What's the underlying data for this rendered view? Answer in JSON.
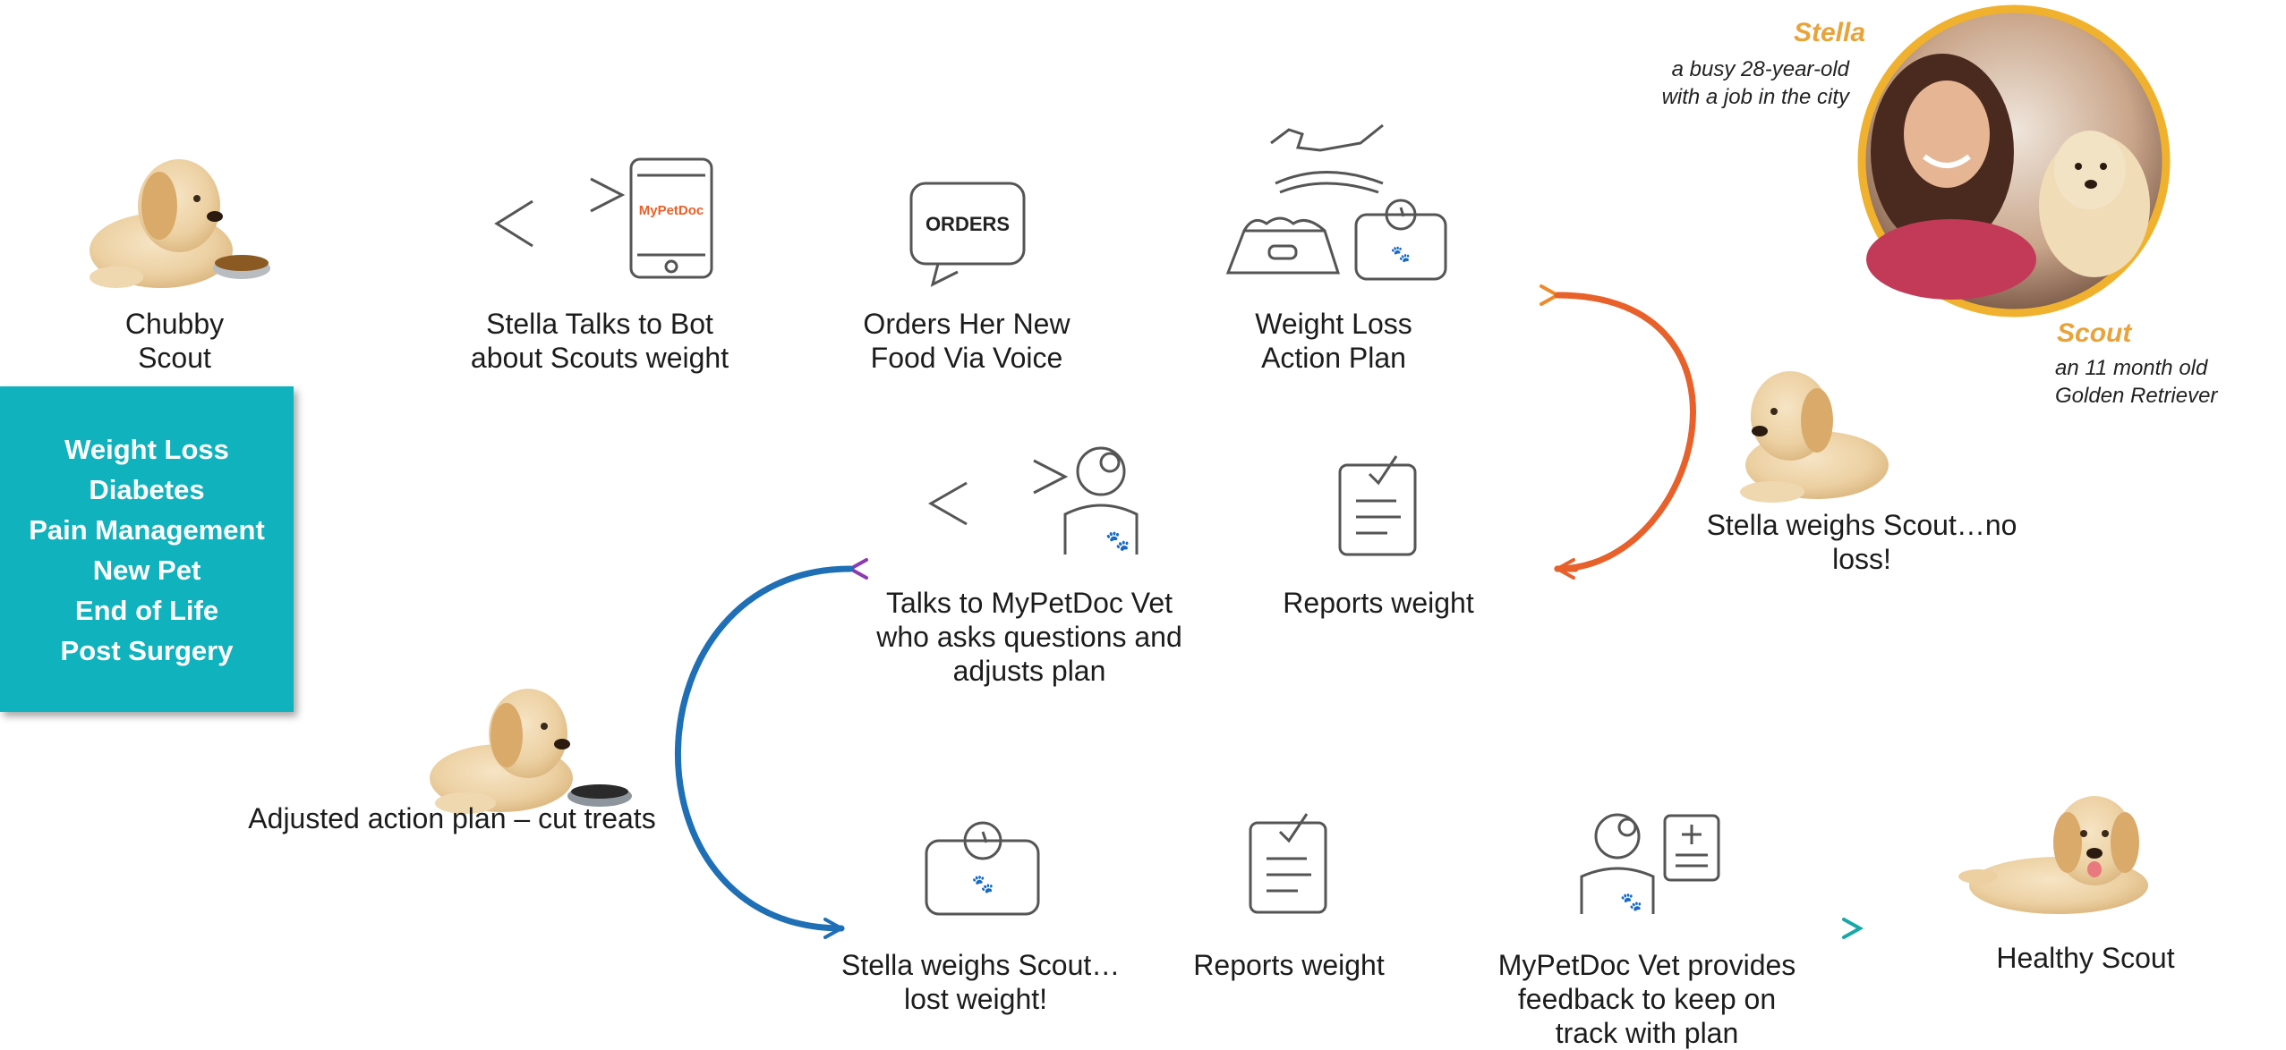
{
  "persona": {
    "owner_name": "Stella",
    "owner_desc": [
      "a busy 28-year-old",
      "with a job in the city"
    ],
    "pet_name": "Scout",
    "pet_desc": [
      "an 11 month old",
      "Golden Retriever"
    ]
  },
  "conditions": [
    "Weight Loss",
    "Diabetes",
    "Pain Management",
    "New Pet",
    "End of Life",
    "Post Surgery"
  ],
  "steps": {
    "chubby": "Chubby Scout",
    "talks_bot": [
      "Stella Talks to Bot",
      "about Scouts weight"
    ],
    "orders": [
      "Orders Her New",
      "Food Via Voice"
    ],
    "plan": [
      "Weight Loss",
      "Action Plan"
    ],
    "weighs_no_loss": "Stella weighs Scout…no loss!",
    "reports_1": "Reports weight",
    "talks_vet": [
      "Talks to MyPetDoc Vet",
      "who asks questions and",
      "adjusts plan"
    ],
    "adjusted": "Adjusted action plan – cut treats",
    "weighs_lost": [
      "Stella weighs Scout…",
      "lost weight!"
    ],
    "reports_2": "Reports weight",
    "feedback": [
      "MyPetDoc Vet provides",
      "feedback to keep on",
      "track with plan"
    ],
    "healthy": "Healthy Scout"
  },
  "icons": {
    "orders_text": "ORDERS",
    "app_brand": "MyPetDoc"
  },
  "colors": {
    "yellow": "#f5d24a",
    "orange": "#ee8a2a",
    "red_orange": "#e8602a",
    "purple": "#8e3bb0",
    "blue": "#1e6fb5",
    "teal": "#17a8a8",
    "green": "#8dc63f",
    "condition_box": "#10b2bd"
  }
}
